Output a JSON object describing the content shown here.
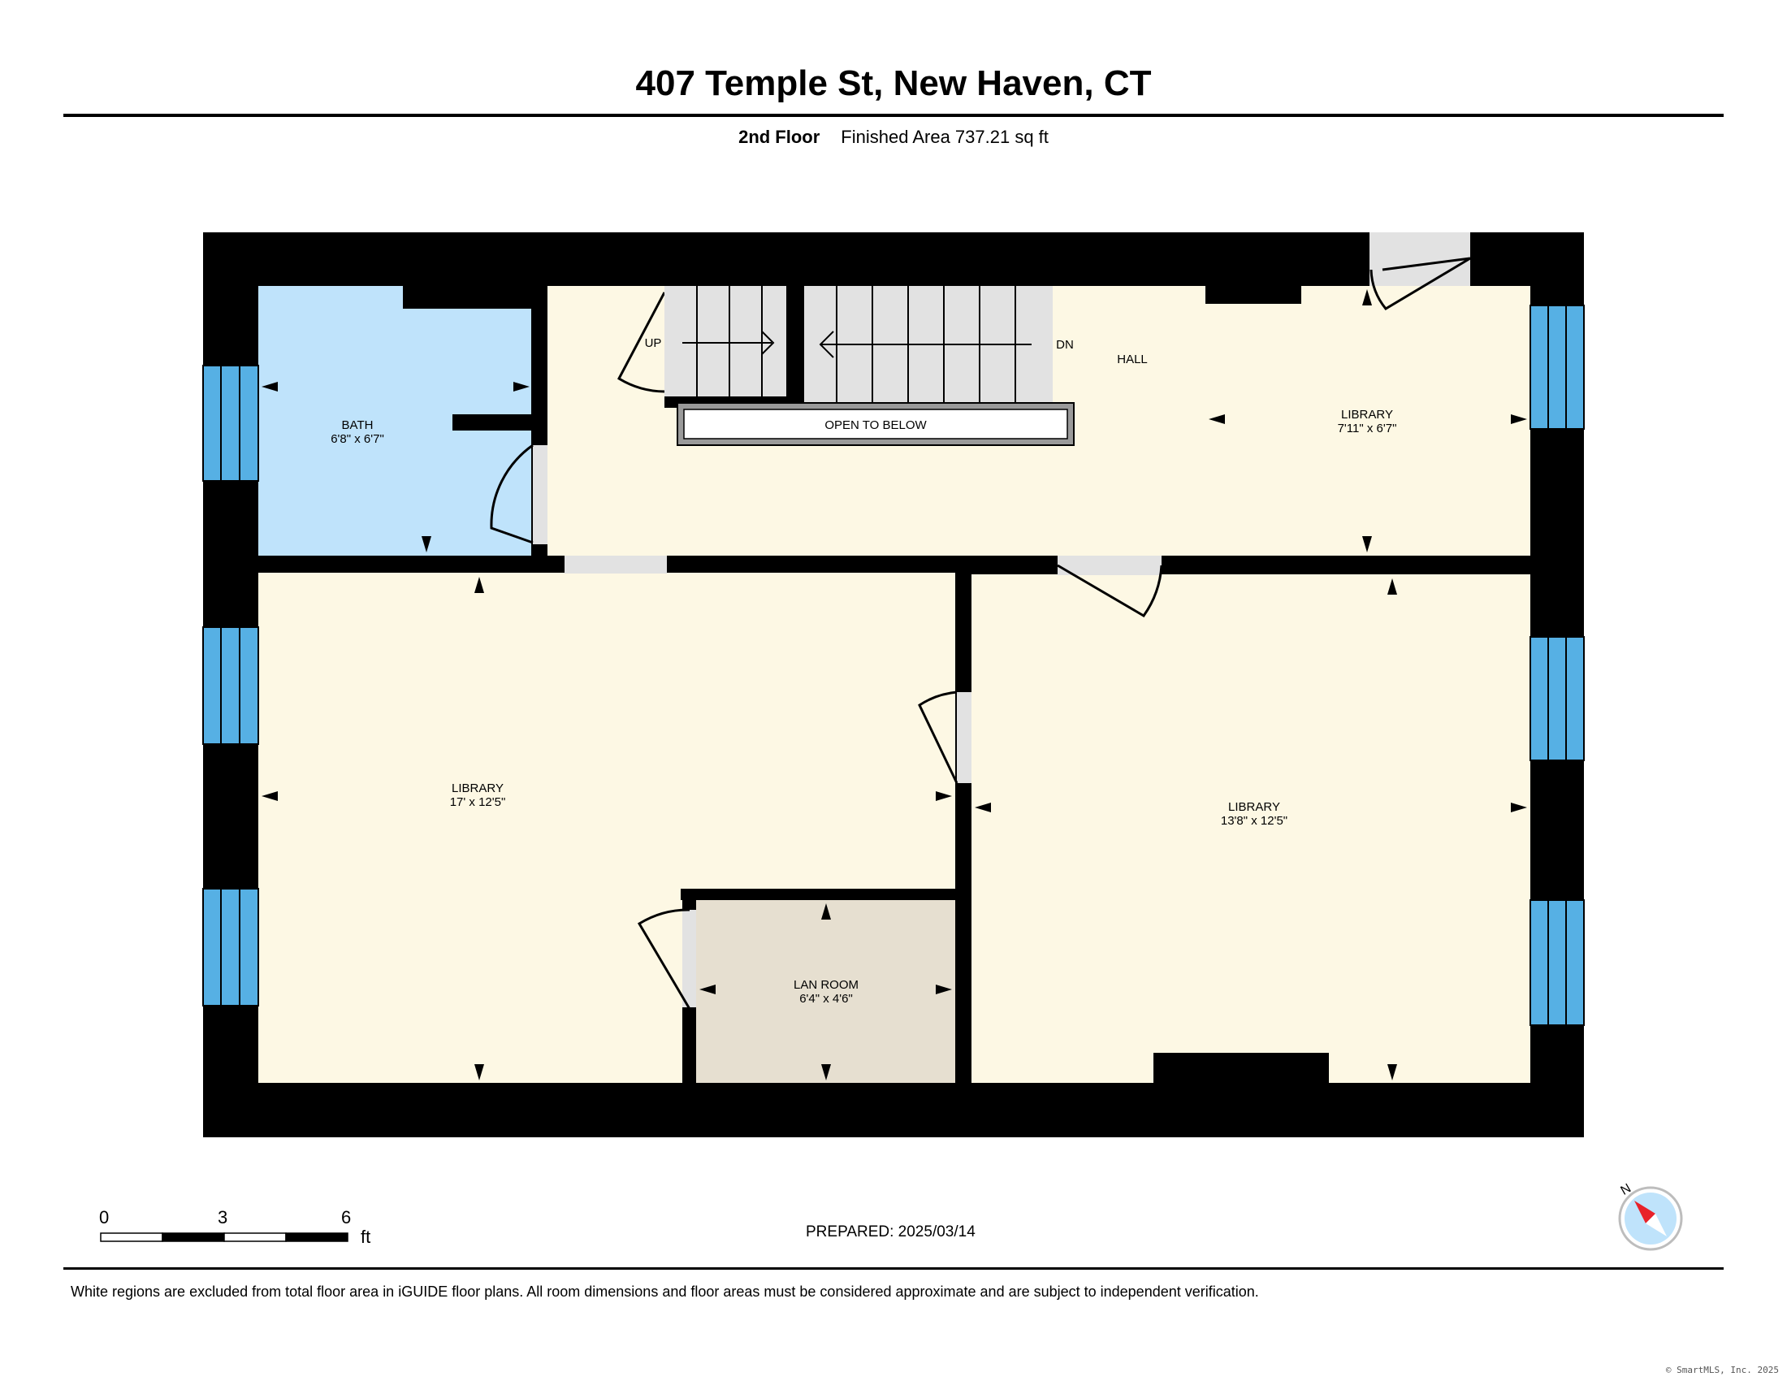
{
  "header": {
    "address": "407 Temple St, New Haven, CT",
    "floor": "2nd Floor",
    "finished_area": "Finished Area 737.21 sq ft"
  },
  "rooms": {
    "bath": {
      "name": "BATH",
      "dims": "6'8\" x 6'7\""
    },
    "hall": {
      "name": "HALL"
    },
    "library_ne": {
      "name": "LIBRARY",
      "dims": "7'11\" x 6'7\""
    },
    "library_w": {
      "name": "LIBRARY",
      "dims": "17' x 12'5\""
    },
    "library_e": {
      "name": "LIBRARY",
      "dims": "13'8\" x 12'5\""
    },
    "lan_room": {
      "name": "LAN ROOM",
      "dims": "6'4\" x 4'6\""
    }
  },
  "stairs": {
    "up": "UP",
    "down": "DN",
    "open_to_below": "OPEN TO BELOW"
  },
  "scale": {
    "ticks": [
      "0",
      "3",
      "6"
    ],
    "unit": "ft"
  },
  "compass": {
    "label": "N",
    "icon": "compass-icon"
  },
  "footer": {
    "prepared": "PREPARED: 2025/03/14",
    "disclaimer": "White regions are excluded from total floor area in iGUIDE floor plans. All room dimensions and floor areas must be considered approximate and are subject to independent verification.",
    "copyright": "© SmartMLS, Inc. 2025"
  },
  "colors": {
    "wall": "#000000",
    "floor": "#fdf8e4",
    "bath": "#bfe3fb",
    "lan": "#e6dfd0",
    "window": "#56b0e4",
    "door_opening": "#e2e2e2"
  }
}
